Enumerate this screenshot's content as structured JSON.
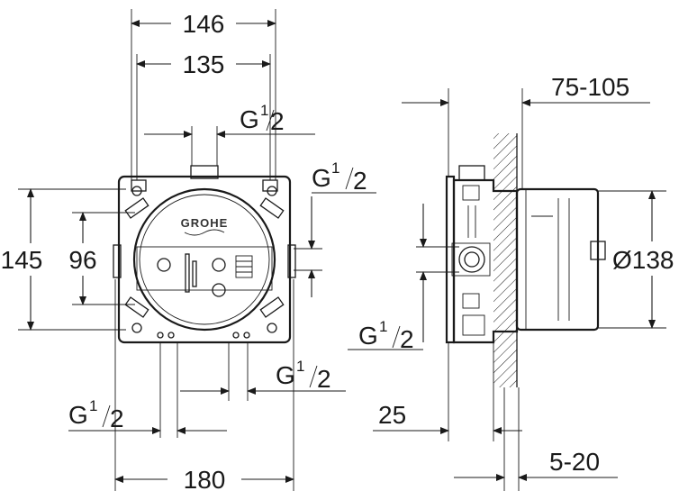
{
  "dimensions": {
    "top_width_outer": "146",
    "top_width_inner": "135",
    "height_outer": "145",
    "height_inner": "96",
    "bottom_width": "180",
    "depth_range": "75-105",
    "diameter": "Ø138",
    "wall_offset": "25",
    "plaster_range": "5-20"
  },
  "threads": {
    "top": {
      "base": "G",
      "num": "1",
      "den": "2"
    },
    "right": {
      "base": "G",
      "num": "1",
      "den": "2"
    },
    "bottom_right": {
      "base": "G",
      "num": "1",
      "den": "2"
    },
    "bottom_left": {
      "base": "G",
      "num": "1",
      "den": "2"
    },
    "side": {
      "base": "G",
      "num": "1",
      "den": "2"
    }
  },
  "brand": {
    "logo": "GROHE"
  },
  "colors": {
    "line": "#1a1a1a",
    "background": "#ffffff"
  }
}
